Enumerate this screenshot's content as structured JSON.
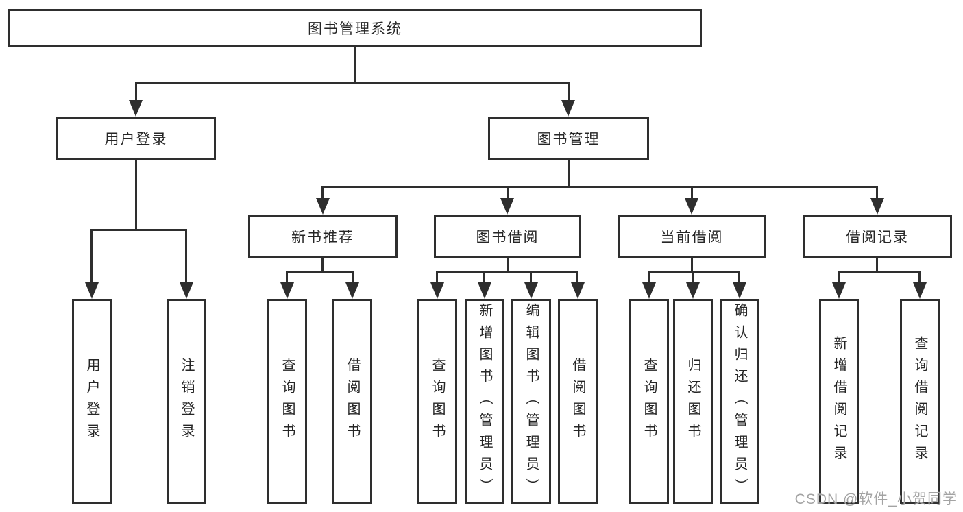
{
  "diagram": {
    "root": {
      "label": "图书管理系统"
    },
    "level2": [
      {
        "label": "用户登录"
      },
      {
        "label": "图书管理"
      }
    ],
    "level3": [
      {
        "label": "新书推荐"
      },
      {
        "label": "图书借阅"
      },
      {
        "label": "当前借阅"
      },
      {
        "label": "借阅记录"
      }
    ],
    "leaves": {
      "user_login": [
        "用户登录",
        "注销登录"
      ],
      "new_books": [
        "查询图书",
        "借阅图书"
      ],
      "borrow": [
        "查询图书",
        "新增图书（管理员）",
        "编辑图书（管理员）",
        "借阅图书"
      ],
      "current": [
        "查询图书",
        "归还图书",
        "确认归还（管理员）"
      ],
      "records": [
        "新增借阅记录",
        "查询借阅记录"
      ]
    }
  },
  "watermark": {
    "text": "CSDN @软件_小贺同学"
  }
}
